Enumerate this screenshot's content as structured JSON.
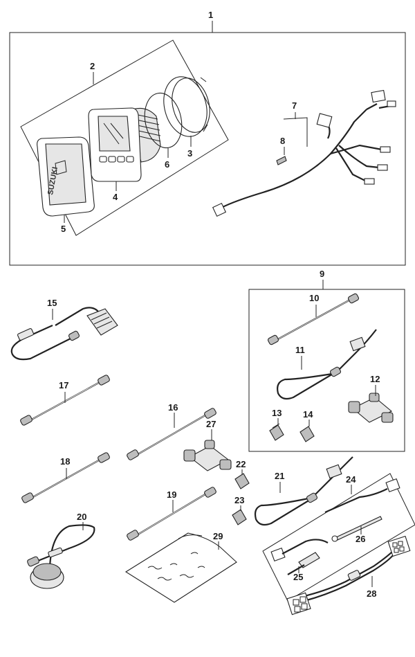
{
  "diagram": {
    "part_numbers": [
      "1",
      "2",
      "3",
      "4",
      "5",
      "6",
      "7",
      "8",
      "9",
      "10",
      "11",
      "12",
      "13",
      "14",
      "15",
      "16",
      "17",
      "18",
      "19",
      "20",
      "21",
      "22",
      "23",
      "24",
      "25",
      "26",
      "27",
      "28",
      "29"
    ],
    "logo_text": "SUZUKI"
  }
}
